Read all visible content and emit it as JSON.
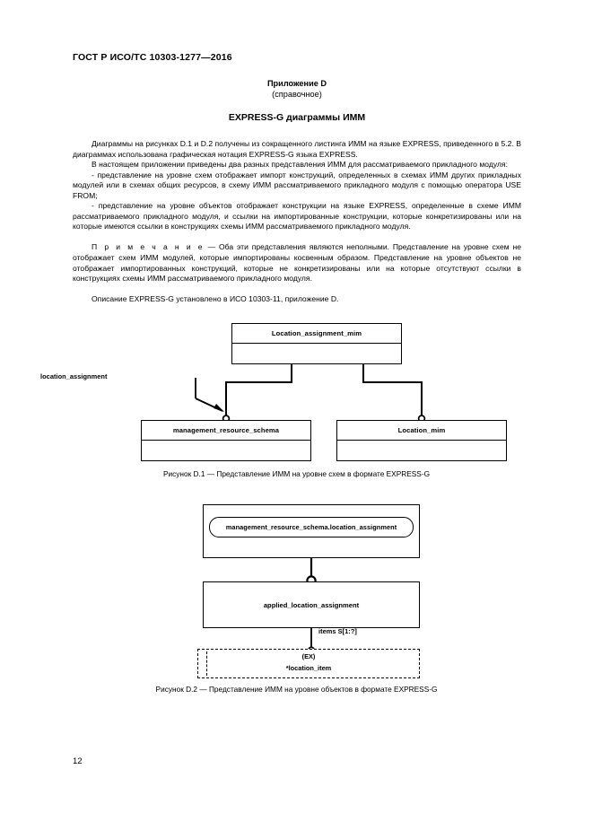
{
  "document": {
    "standard_header": "ГОСТ Р ИСО/ТС 10303-1277—2016",
    "page_number": "12"
  },
  "annex": {
    "title": "Приложение D",
    "subtitle": "(справочное)",
    "heading": "EXPRESS-G диаграммы ИММ"
  },
  "body": {
    "paragraphs": [
      "Диаграммы на рисунках D.1 и D.2 получены из сокращенного листинга ИММ на языке EXPRESS, приведенного в 5.2. В диаграммах использована графическая нотация EXPRESS-G языка EXPRESS.",
      "В настоящем приложении приведены два разных представления ИММ для рассматриваемого прикладного модуля:",
      "- представление на уровне схем отображает импорт конструкций, определенных в схемах ИММ других прикладных модулей или в схемах общих ресурсов, в схему ИММ рассматриваемого прикладного модуля с помощью оператора USE FROM;",
      "- представление на уровне объектов отображает конструкции на языке EXPRESS, определенные в схеме ИММ рассматриваемого прикладного модуля, и ссылки на импортированные конструкции, которые конкретизированы или на которые имеются ссылки в конструкциях схемы ИММ рассматриваемого прикладного модуля."
    ],
    "note_label": "П р и м е ч а н и е",
    "note_text": " — Оба эти представления являются неполными. Представление на уровне схем не отображает схем ИММ модулей, которые импортированы косвенным образом. Представление на уровне объектов не отображает импортированных конструкций, которые не конкретизированы или на которые отсутствуют ссылки в конструкциях схемы ИММ рассматриваемого прикладного модуля.",
    "closing": "Описание EXPRESS-G установлено в ИСО 10303-11, приложение D."
  },
  "figure1": {
    "caption": "Рисунок D.1 — Представление ИММ на уровне схем в формате EXPRESS-G",
    "top_box": "Location_assignment_mim",
    "left_box": "management_resource_schema",
    "right_box": "Location_mim",
    "edge_label": "location_assignment"
  },
  "figure2": {
    "caption": "Рисунок D.2 — Представление ИММ на уровне объектов в формате EXPRESS-G",
    "rounded_box": "management_resource_schema.location_assignment",
    "entity_box": "applied_location_assignment",
    "attribute_label": "items S[1:?]",
    "dashed_tag": "(EX)",
    "dashed_box": "*location_item"
  }
}
